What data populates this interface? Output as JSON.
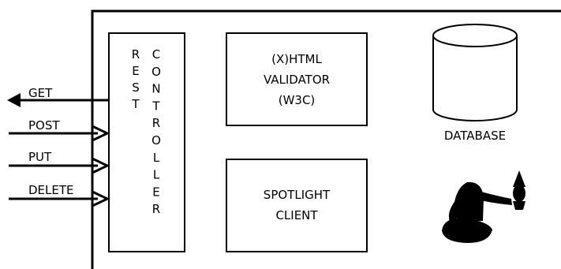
{
  "diagram": {
    "controller": {
      "col1": "REST",
      "col2": "CONTROLLER"
    },
    "validator": {
      "line1": "(X)HTML",
      "line2": "VALIDATOR",
      "line3": "(W3C)"
    },
    "spotlight": {
      "line1": "SPOTLIGHT",
      "line2": "CLIENT"
    },
    "database": {
      "label": "DATABASE",
      "icon": "database-cylinder-icon"
    },
    "mascot": {
      "icon": "meditating-figure-icon"
    },
    "methods": {
      "get": "GET",
      "post": "POST",
      "put": "PUT",
      "delete": "DELETE"
    },
    "colors": {
      "stroke": "#000000",
      "background": "#ffffff"
    }
  }
}
